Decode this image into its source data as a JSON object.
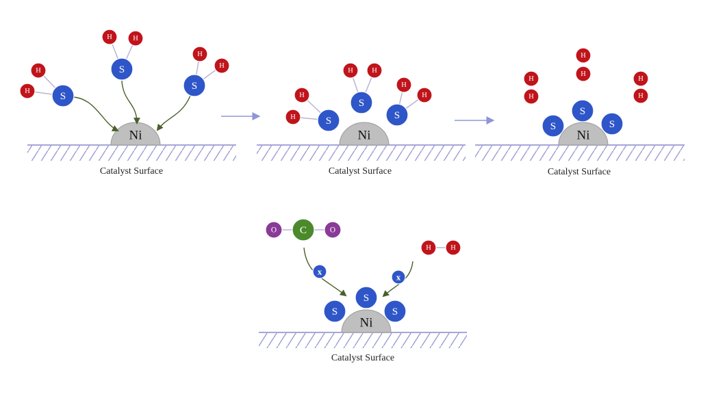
{
  "labels": {
    "surface": "Catalyst Surface",
    "nickel": "Ni",
    "sulfur": "S",
    "hydrogen": "H",
    "carbon": "C",
    "oxygen": "O",
    "blocked": "x"
  },
  "colors": {
    "sulfur": "#2f56c8",
    "hydrogen": "#c0141b",
    "carbon": "#4b8a2b",
    "oxygen": "#8a3a97",
    "nickel": "#bfbfbf",
    "surface_line": "#9a9ad4",
    "arrow": "#4a5f2a",
    "step_arrow": "#8f95d6",
    "bond": "#b9b3d6"
  },
  "panels": [
    {
      "caption": "Catalyst Surface"
    },
    {
      "caption": "Catalyst Surface"
    },
    {
      "caption": "Catalyst Surface"
    },
    {
      "caption": "Catalyst Surface"
    }
  ]
}
